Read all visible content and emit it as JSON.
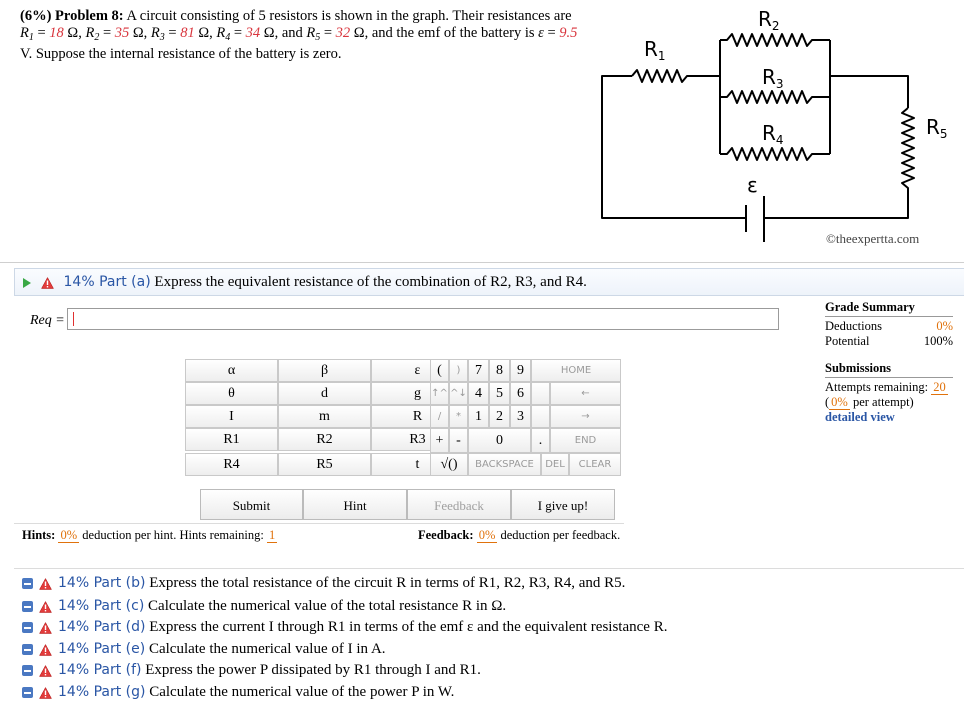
{
  "problem": {
    "percent": "(6%)",
    "number": "Problem 8:",
    "intro": "A circuit consisting of 5 resistors is shown in the graph. Their resistances are",
    "r1": "18",
    "r2": "35",
    "r3": "81",
    "r4": "34",
    "r5": "32",
    "emf": "9.5",
    "unit_ohm": "Ω",
    "and_the": "and the",
    "emf_text": "emf of the battery is",
    "emf_tail": "V. Suppose the internal resistance of the battery is zero."
  },
  "circuit": {
    "labels": {
      "r1": "R",
      "r1_sub": "1",
      "r2": "R",
      "r2_sub": "2",
      "r3": "R",
      "r3_sub": "3",
      "r4": "R",
      "r4_sub": "4",
      "r5": "R",
      "r5_sub": "5",
      "emf": "ε"
    },
    "credit": "©theexpertta.com"
  },
  "part_a": {
    "percent": "14% Part (a)",
    "prompt": "Express the equivalent resistance of the combination of R2, R3, and R4.",
    "answer_label": "Req =",
    "answer_value": ""
  },
  "keypad": {
    "greek": [
      "α",
      "β",
      "ε",
      "θ",
      "d",
      "g",
      "I",
      "m",
      "R",
      "R1",
      "R2",
      "R3",
      "R4",
      "R5",
      "t"
    ],
    "ops": [
      "(",
      ")",
      "↑^",
      "^↓",
      "/",
      "*",
      "+",
      "-",
      "√()"
    ],
    "digits": [
      "7",
      "8",
      "9",
      "4",
      "5",
      "6",
      "1",
      "2",
      "3",
      "0",
      "."
    ],
    "controls": {
      "home": "HOME",
      "left": "←",
      "right": "→",
      "end": "END",
      "backspace": "BACKSPACE",
      "del": "DEL",
      "clear": "CLEAR"
    }
  },
  "buttons": {
    "submit": "Submit",
    "hint": "Hint",
    "feedback": "Feedback",
    "give_up": "I give up!"
  },
  "hints": {
    "label": "Hints:",
    "deduction": "0%",
    "text": "deduction per hint. Hints remaining:",
    "remaining": "1"
  },
  "feedback": {
    "label": "Feedback:",
    "deduction": "0%",
    "text": "deduction per feedback."
  },
  "grade_summary": {
    "title": "Grade Summary",
    "deductions_label": "Deductions",
    "deductions_value": "0%",
    "potential_label": "Potential",
    "potential_value": "100%",
    "submissions_title": "Submissions",
    "attempts_label": "Attempts remaining:",
    "attempts_value": "20",
    "per_attempt_value": "0%",
    "per_attempt_label": "per attempt)",
    "detailed": "detailed view"
  },
  "parts": [
    {
      "percent": "14% Part (b)",
      "text": "Express the total resistance of the circuit R in terms of R1, R2, R3, R4, and R5."
    },
    {
      "percent": "14% Part (c)",
      "text": "Calculate the numerical value of the total resistance R in Ω."
    },
    {
      "percent": "14% Part (d)",
      "text": "Express the current I through R1 in terms of the emf ε and the equivalent resistance R."
    },
    {
      "percent": "14% Part (e)",
      "text": "Calculate the numerical value of I in A."
    },
    {
      "percent": "14% Part (f)",
      "text": "Express the power P dissipated by R1 through I and R1."
    },
    {
      "percent": "14% Part (g)",
      "text": "Calculate the numerical value of the power P in W."
    }
  ],
  "colors": {
    "value_red": "#d9363e",
    "accent_blue": "#2a56a5",
    "orange": "#e0720c",
    "green": "#39a845"
  }
}
